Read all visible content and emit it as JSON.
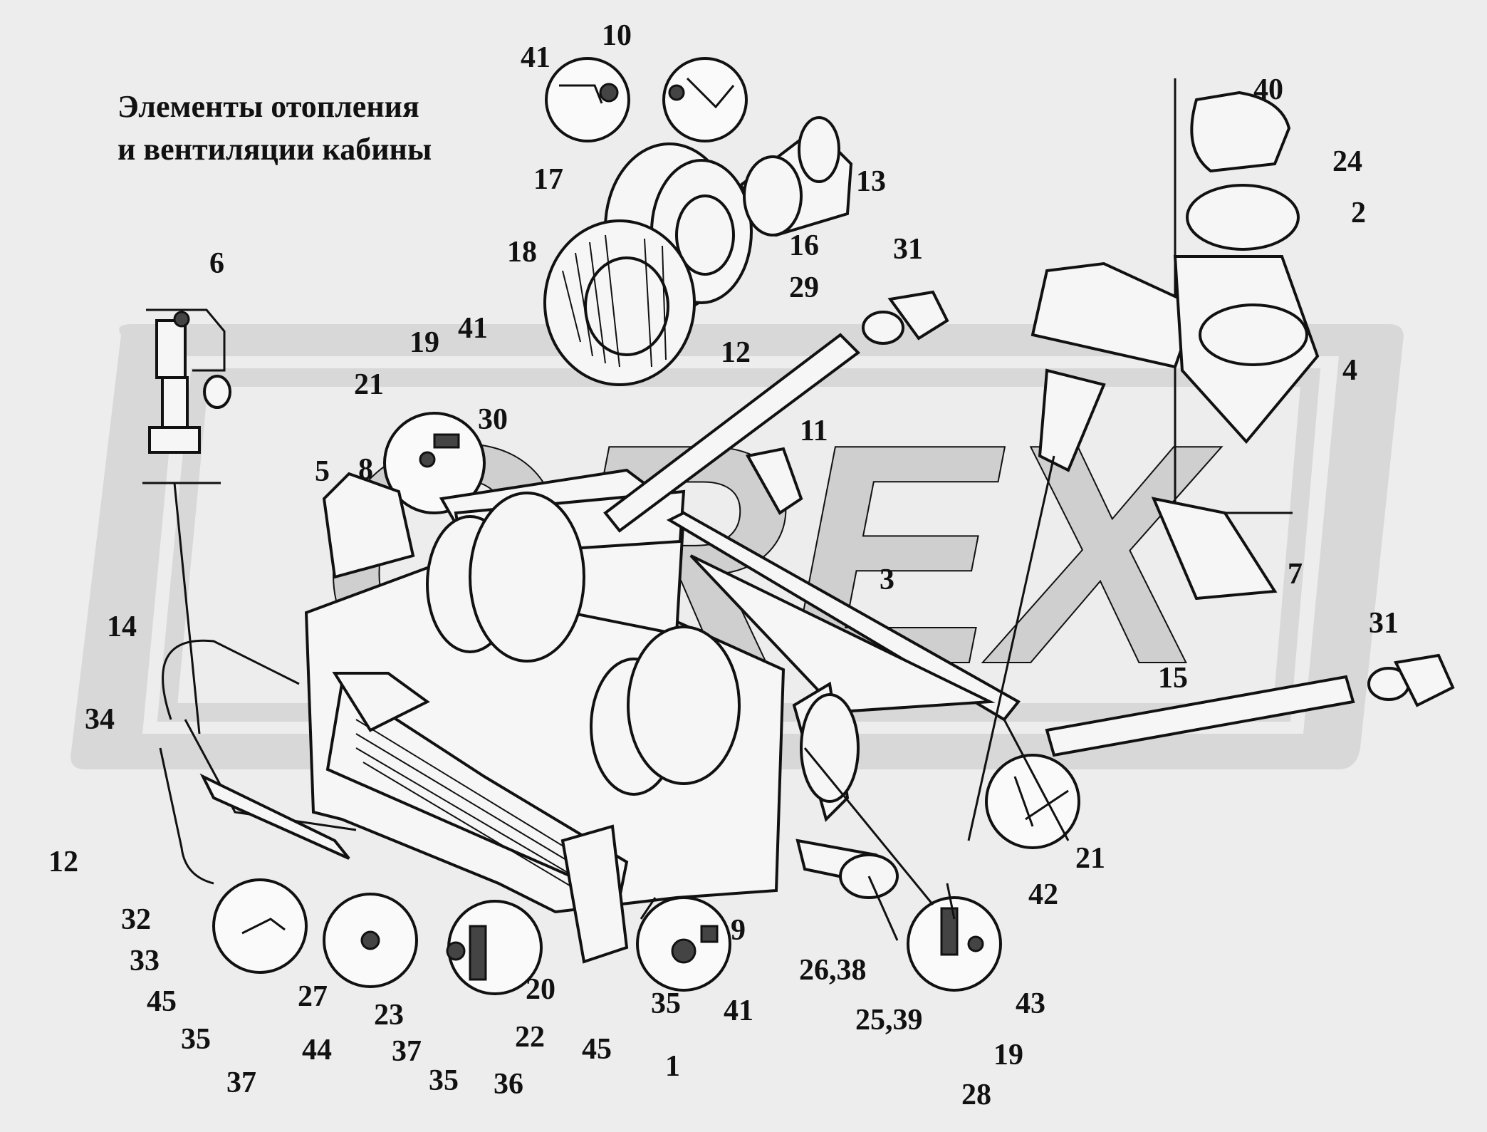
{
  "title": {
    "line1": "Элементы отопления",
    "line2": "и вентиляции кабины"
  },
  "watermark": {
    "text": "OREX",
    "color": "#cfcfcf"
  },
  "colors": {
    "ink": "#111111",
    "background": "#ededed"
  },
  "callouts": [
    {
      "text": "41"
    },
    {
      "text": "10"
    },
    {
      "text": "40"
    },
    {
      "text": "24"
    },
    {
      "text": "17"
    },
    {
      "text": "13"
    },
    {
      "text": "2"
    },
    {
      "text": "16"
    },
    {
      "text": "18"
    },
    {
      "text": "29"
    },
    {
      "text": "31"
    },
    {
      "text": "6"
    },
    {
      "text": "12"
    },
    {
      "text": "4"
    },
    {
      "text": "19"
    },
    {
      "text": "41"
    },
    {
      "text": "21"
    },
    {
      "text": "30"
    },
    {
      "text": "11"
    },
    {
      "text": "5"
    },
    {
      "text": "8"
    },
    {
      "text": "3"
    },
    {
      "text": "7"
    },
    {
      "text": "31"
    },
    {
      "text": "14"
    },
    {
      "text": "15"
    },
    {
      "text": "34"
    },
    {
      "text": "12"
    },
    {
      "text": "21"
    },
    {
      "text": "42"
    },
    {
      "text": "9"
    },
    {
      "text": "32"
    },
    {
      "text": "26,38"
    },
    {
      "text": "33"
    },
    {
      "text": "41"
    },
    {
      "text": "27"
    },
    {
      "text": "20"
    },
    {
      "text": "35"
    },
    {
      "text": "43"
    },
    {
      "text": "45"
    },
    {
      "text": "23"
    },
    {
      "text": "25,39"
    },
    {
      "text": "35"
    },
    {
      "text": "37"
    },
    {
      "text": "22"
    },
    {
      "text": "45"
    },
    {
      "text": "44"
    },
    {
      "text": "1"
    },
    {
      "text": "19"
    },
    {
      "text": "37"
    },
    {
      "text": "35"
    },
    {
      "text": "36"
    },
    {
      "text": "28"
    }
  ]
}
